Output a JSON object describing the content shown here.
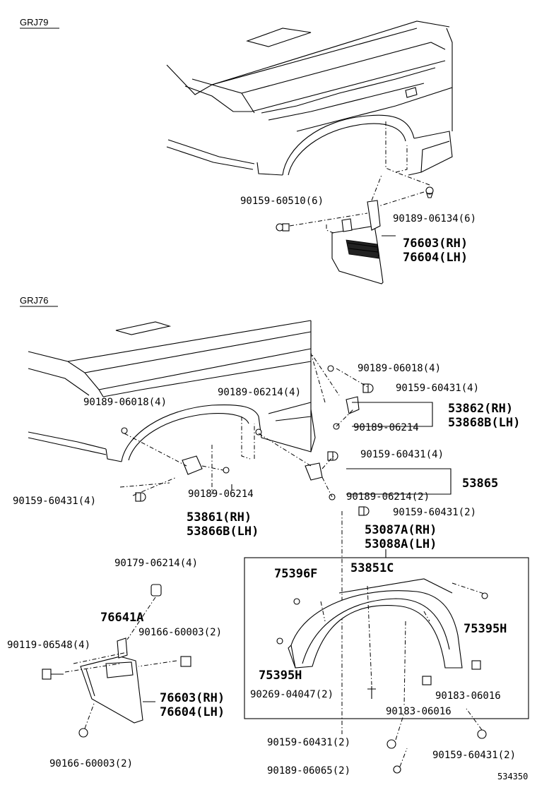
{
  "sections": {
    "top": "GRJ79",
    "bottom": "GRJ76"
  },
  "parts": {
    "p1": "90159-60510(6)",
    "p2": "90189-06134(6)",
    "p3": "76603(RH)",
    "p4": "76604(LH)",
    "p5": "90189-06018(4)",
    "p6": "90159-60431(4)",
    "p7": "90189-06214(4)",
    "p8": "90189-06018(4)",
    "p9": "53862(RH)",
    "p10": "53868B(LH)",
    "p11": "90189-06214",
    "p12": "90159-60431(4)",
    "p13": "53865",
    "p14": "90189-06214(2)",
    "p15": "90159-60431(4)",
    "p16": "90189-06214",
    "p17": "53861(RH)",
    "p18": "53866B(LH)",
    "p19": "90159-60431(2)",
    "p20": "53087A(RH)",
    "p21": "53088A(LH)",
    "p22": "90179-06214(4)",
    "p23": "75396F",
    "p24": "53851C",
    "p25": "76641A",
    "p26": "90166-60003(2)",
    "p27": "90119-06548(4)",
    "p28": "75395H",
    "p29": "75395H",
    "p30": "76603(RH)",
    "p31": "76604(LH)",
    "p32": "90269-04047(2)",
    "p33": "90183-06016",
    "p34": "90183-06016",
    "p35": "90166-60003(2)",
    "p36": "90159-60431(2)",
    "p37": "90159-60431(2)",
    "p38": "90189-06065(2)"
  },
  "diagram_number": "534350"
}
